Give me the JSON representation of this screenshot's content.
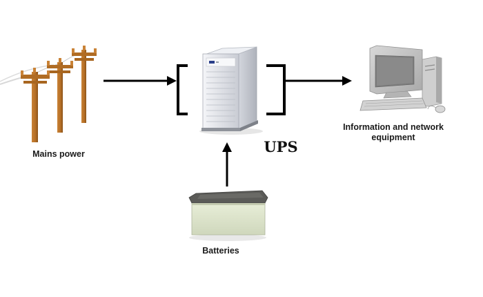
{
  "labels": {
    "mains": "Mains power",
    "ups": "UPS",
    "info_line1": "Information and network",
    "info_line2": "equipment",
    "batteries": "Batteries"
  },
  "nodes": [
    {
      "id": "mains",
      "icon": "utility-pole-icon"
    },
    {
      "id": "ups",
      "icon": "ups-tower-icon"
    },
    {
      "id": "info",
      "icon": "desktop-computer-icon"
    },
    {
      "id": "batteries",
      "icon": "battery-icon"
    }
  ],
  "edges": [
    {
      "from": "mains",
      "to": "ups"
    },
    {
      "from": "ups",
      "to": "info"
    },
    {
      "from": "batteries",
      "to": "ups"
    }
  ],
  "colors": {
    "pole": "#b8732a",
    "pole_dark": "#8a5218",
    "arrow": "#000000",
    "ups_body": "#e4e6ec",
    "battery_body": "#dfe6cf",
    "battery_lid": "#5a5a58",
    "computer": "#c6c6c6"
  }
}
